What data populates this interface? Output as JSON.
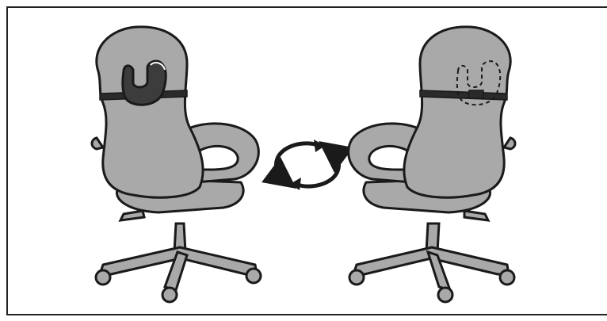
{
  "diagram": {
    "type": "instruction-illustration",
    "panels": [
      {
        "view": "rear",
        "attachment": "headrest-pillow-with-strap",
        "pillow_style": "solid"
      },
      {
        "view": "front",
        "attachment": "headrest-pillow-with-strap",
        "pillow_style": "dashed-hidden"
      }
    ],
    "center_symbol": "rotate-arrows-icon"
  },
  "colors": {
    "chair_fill": "#a9a9a9",
    "outline": "#1a1a1a",
    "pillow_fill": "#3c3c3c",
    "strap": "#2a2a2a",
    "frame_border": "#222222"
  }
}
